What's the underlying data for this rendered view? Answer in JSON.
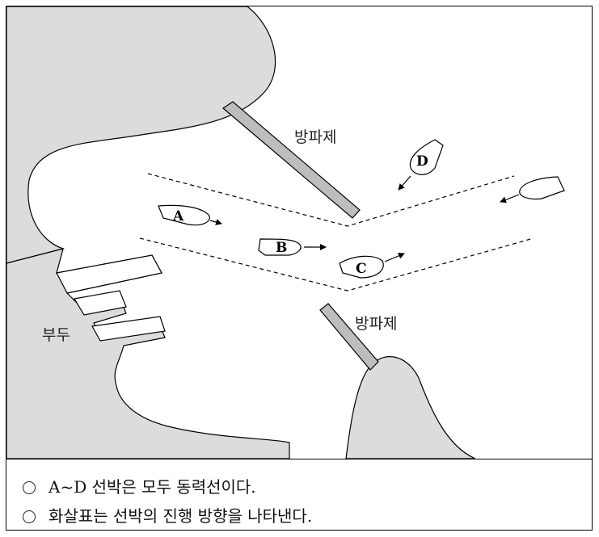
{
  "labels": {
    "breakwater_top": "방파제",
    "breakwater_bottom": "방파제",
    "pier": "부두"
  },
  "ships": [
    {
      "id": "A",
      "letter": "A"
    },
    {
      "id": "B",
      "letter": "B"
    },
    {
      "id": "C",
      "letter": "C"
    },
    {
      "id": "D",
      "letter": "D"
    },
    {
      "id": "E",
      "letter": ""
    }
  ],
  "notes": [
    "A~D 선박은 모두 동력선이다.",
    "화살표는 선박의 진행 방향을 나타낸다."
  ],
  "colors": {
    "land": "#dcdcdc",
    "breakwater": "#bdbdbd",
    "line": "#000000"
  }
}
